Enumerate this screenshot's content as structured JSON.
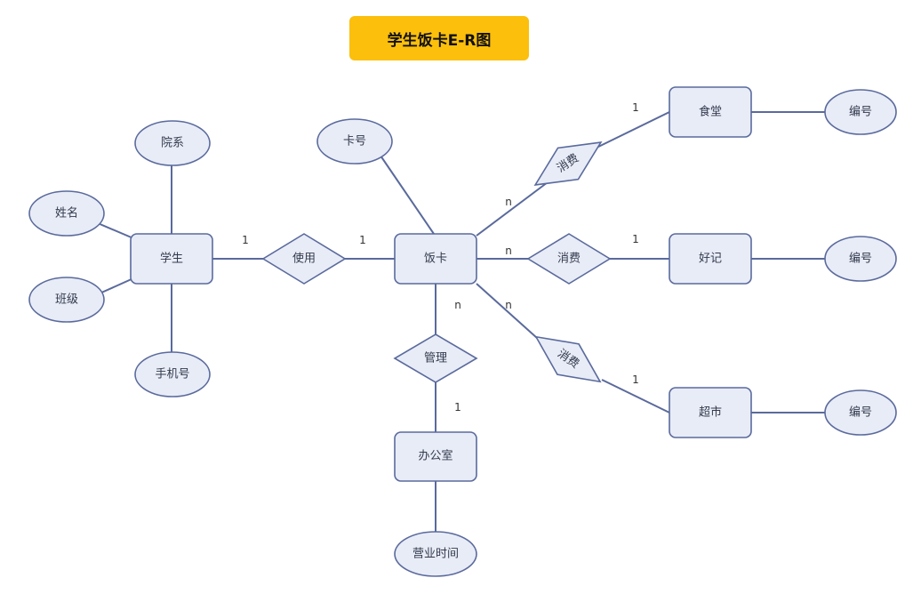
{
  "title": "学生饭卡E-R图",
  "colors": {
    "title_bg": "#fbbf0c",
    "shape_fill": "#e8ecf7",
    "stroke": "#5a6a9c"
  },
  "entities": {
    "student": "学生",
    "card": "饭卡",
    "canteen": "食堂",
    "haoji": "好记",
    "supermarket": "超市",
    "office": "办公室"
  },
  "attributes": {
    "department": "院系",
    "name": "姓名",
    "class": "班级",
    "phone": "手机号",
    "card_no": "卡号",
    "canteen_id": "编号",
    "haoji_id": "编号",
    "supermarket_id": "编号",
    "business_hours": "营业时间"
  },
  "relationships": {
    "use": "使用",
    "consume_canteen": "消费",
    "consume_haoji": "消费",
    "consume_supermarket": "消费",
    "manage": "管理"
  },
  "cardinalities": {
    "use_student": "1",
    "use_card": "1",
    "canteen_card": "n",
    "canteen_entity": "1",
    "haoji_card": "n",
    "haoji_entity": "1",
    "supermarket_card": "n",
    "supermarket_entity": "1",
    "manage_card": "n",
    "manage_office": "1"
  }
}
